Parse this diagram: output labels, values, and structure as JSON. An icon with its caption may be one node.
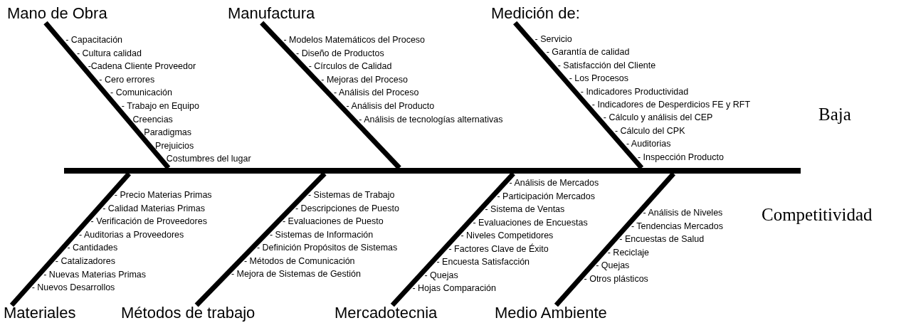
{
  "diagram": {
    "nodes": [
      {
        "text": [
          "Mano de Obra"
        ],
        "beside": [
          "- Capacitación",
          "- Cultura calidad",
          "-Cadena Cliente Proveedor",
          "- Cero errores",
          "- Comunicación",
          "- Trabajo en Equipo",
          "Creencias",
          "Paradigmas",
          "Prejuicios",
          "Costumbres del lugar"
        ]
      },
      {
        "text": [
          "Manufactura"
        ],
        "beside": [
          "- Modelos Matemáticos del Proceso",
          "- Diseño de Productos",
          "- Círculos de Calidad",
          "- Mejoras del Proceso",
          "- Análisis del Proceso",
          "- Análisis del Producto",
          "- Análisis de tecnologías alternativas"
        ]
      },
      {
        "text": [
          "Medición de:"
        ],
        "beside": [
          "- Servicio",
          "- Garantía de calidad",
          "- Satisfacción del Cliente",
          "- Los Procesos",
          "- Indicadores Productividad",
          "- Indicadores de Desperdicios FE y RFT",
          "- Cálculo y análisis del CEP",
          "- Cálculo del CPK",
          "- Auditorias",
          "- Inspección Producto"
        ]
      },
      {
        "text": [
          "Materiales"
        ],
        "beside": [
          "- Precio Materias Primas",
          "- Calidad Materias Primas",
          "- Verificación de Proveedores",
          "- Auditorias a Proveedores",
          "- Cantidades",
          "- Catalizadores",
          "- Nuevas Materias Primas",
          "- Nuevos Desarrollos"
        ]
      },
      {
        "text": [
          "Métodos de trabajo"
        ],
        "beside": [
          "- Sistemas de Trabajo",
          "- Descripciones de Puesto",
          "- Evaluaciones de Puesto",
          "- Sistemas de Información",
          "- Definición Propósitos de Sistemas",
          "- Métodos de Comunicación",
          "- Mejora de Sistemas de Gestión"
        ]
      },
      {
        "text": [
          "Mercadotecnia"
        ],
        "beside": [
          "- Análisis de Mercados",
          "- Participación Mercados",
          "- Sistema de Ventas",
          "- Evaluaciones de Encuestas",
          "- Niveles Competidores",
          "- Factores Clave de Éxito",
          "- Encuesta Satisfacción",
          "- Quejas",
          "- Hojas Comparación"
        ]
      },
      {
        "text": [
          "Medio Ambiente"
        ],
        "beside": [
          "- Análisis de Niveles",
          "- Tendencias Mercados",
          "- Encuestas de Salud",
          "- Reciclaje",
          "- Quejas",
          "- Otros plásticos"
        ]
      },
      {
        "text": [
          "Baja"
        ]
      },
      {
        "text": [
          "Competitividad"
        ]
      },
      {
        "text": [],
        "shape": "bar"
      }
    ],
    "edges": [
      {
        "from": 0,
        "to": 9,
        "arrow": "none"
      },
      {
        "from": 1,
        "to": 9,
        "arrow": "none"
      },
      {
        "from": 2,
        "to": 9,
        "arrow": "none"
      },
      {
        "from": 3,
        "to": 9,
        "arrow": "none"
      },
      {
        "from": 4,
        "to": 9,
        "arrow": "none"
      },
      {
        "from": 5,
        "to": 9,
        "arrow": "none"
      },
      {
        "from": 6,
        "to": 9,
        "arrow": "none"
      }
    ]
  }
}
